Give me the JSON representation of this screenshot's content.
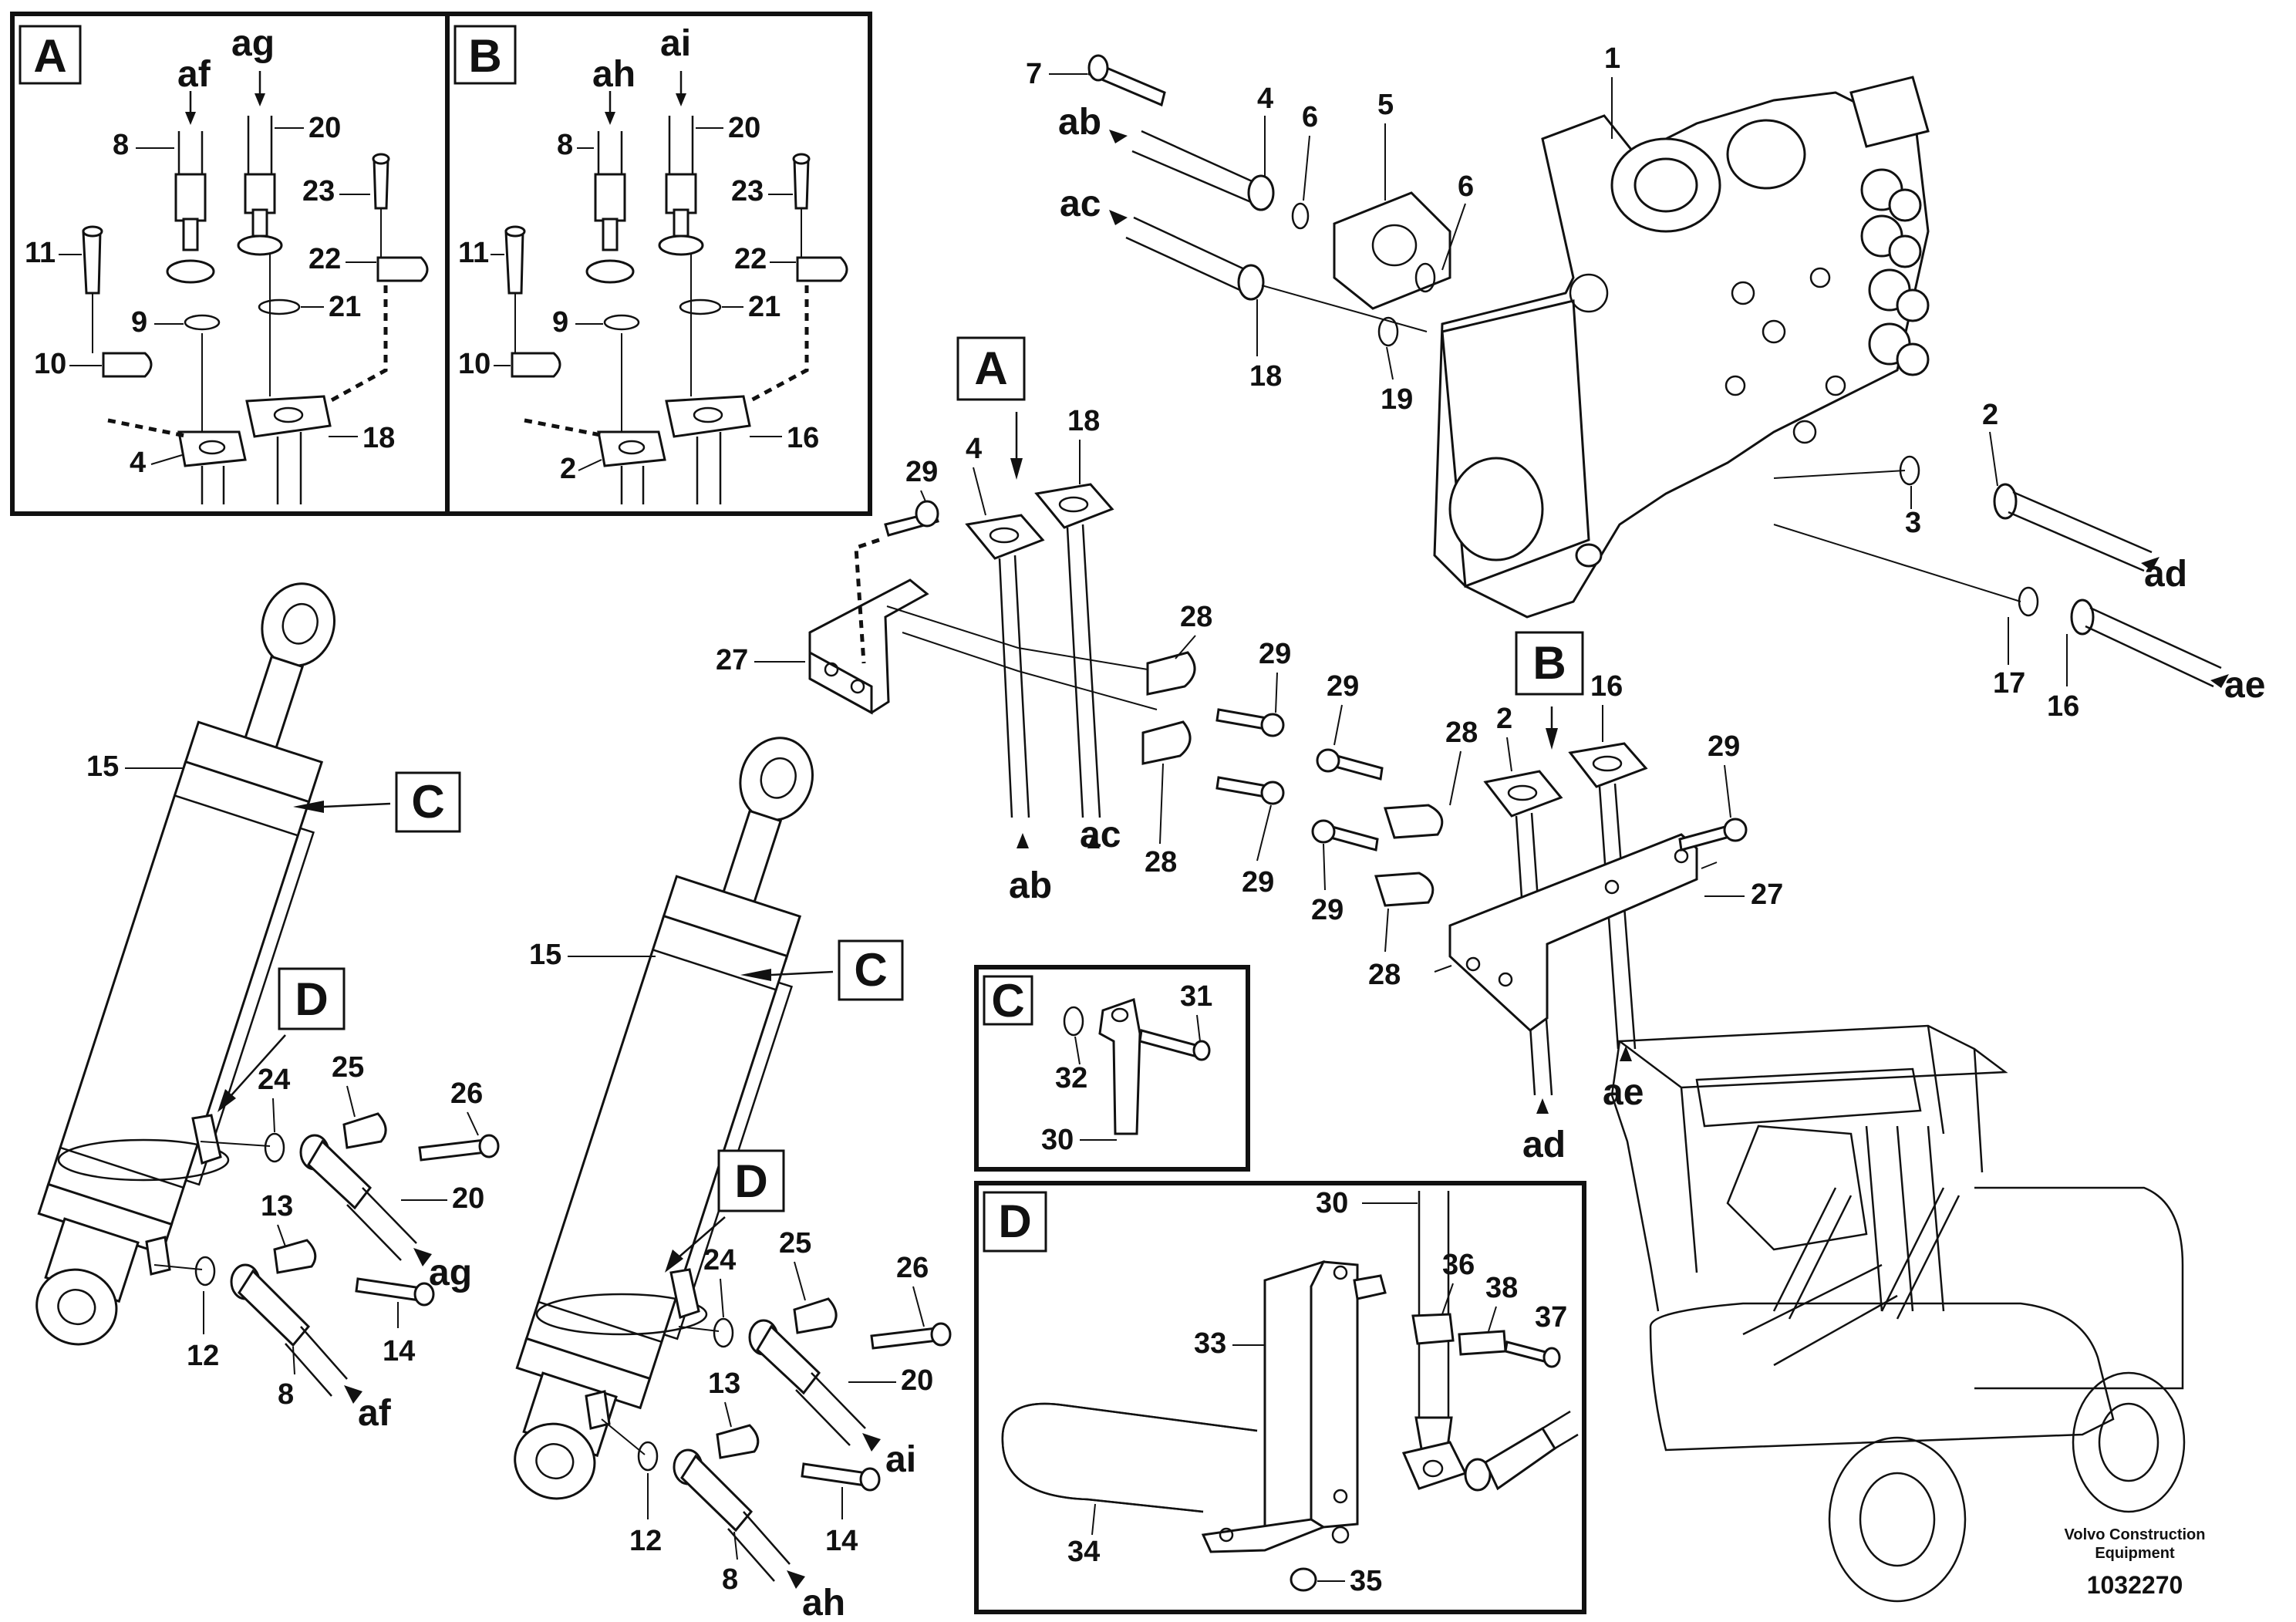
{
  "detail_boxes": {
    "A": "A",
    "B": "B",
    "C": "C",
    "D": "D"
  },
  "callouts": {
    "main_A": "A",
    "main_B": "B",
    "cyl1_C": "C",
    "cyl1_D": "D",
    "cyl2_C": "C",
    "cyl2_D": "D"
  },
  "hose_labels": [
    "ab",
    "ac",
    "ad",
    "ae",
    "af",
    "ag",
    "ah",
    "ai"
  ],
  "part_labels": {
    "box_a": [
      "af",
      "ag",
      "8",
      "20",
      "23",
      "11",
      "22",
      "9",
      "21",
      "10",
      "4",
      "18"
    ],
    "box_b": [
      "ah",
      "ai",
      "8",
      "20",
      "23",
      "11",
      "22",
      "9",
      "21",
      "10",
      "2",
      "16"
    ],
    "valve": [
      "7",
      "4",
      "6",
      "5",
      "1",
      "6",
      "ab",
      "ac",
      "18",
      "19",
      "2",
      "3",
      "ad",
      "17",
      "16",
      "ae"
    ],
    "brackets_left": [
      "29",
      "4",
      "18",
      "27",
      "28",
      "29",
      "28",
      "29",
      "ab",
      "ac"
    ],
    "brackets_right": [
      "29",
      "2",
      "16",
      "28",
      "29",
      "29",
      "27",
      "28",
      "ad",
      "ae"
    ],
    "cylinder_1": [
      "15",
      "24",
      "25",
      "26",
      "20",
      "ag",
      "13",
      "12",
      "14",
      "8",
      "af"
    ],
    "cylinder_2": [
      "15",
      "24",
      "25",
      "26",
      "20",
      "ai",
      "13",
      "12",
      "14",
      "8",
      "ah"
    ],
    "box_c": [
      "31",
      "32",
      "30"
    ],
    "box_d": [
      "30",
      "33",
      "36",
      "38",
      "37",
      "34",
      "35"
    ]
  },
  "footer": {
    "company_line1": "Volvo Construction",
    "company_line2": "Equipment",
    "doc_number": "1032270"
  }
}
